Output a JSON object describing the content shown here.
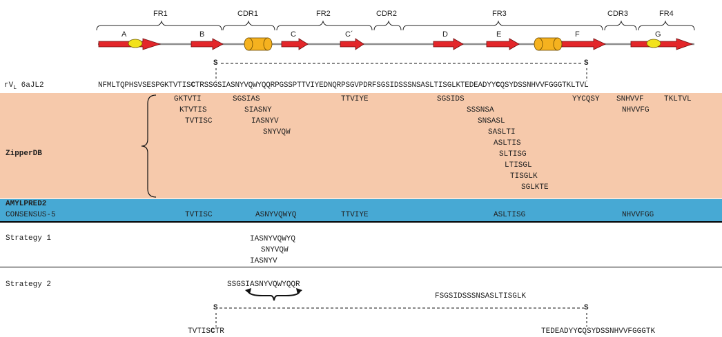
{
  "regions": [
    {
      "label": "FR1"
    },
    {
      "label": "CDR1"
    },
    {
      "label": "FR2"
    },
    {
      "label": "CDR2"
    },
    {
      "label": "FR3"
    },
    {
      "label": "CDR3"
    },
    {
      "label": "FR4"
    }
  ],
  "strands": [
    "A",
    "B",
    "C",
    "C´",
    "D",
    "E",
    "F",
    "G"
  ],
  "disulfide": {
    "left": "S",
    "right": "S"
  },
  "sequence": {
    "label": "rV",
    "label_sub": "L",
    "label_suffix": " 6aJL2",
    "pre": "NFMLTQPHSVSESPGKTVTIS",
    "c1": "C",
    "mid": "TRSSGSIASNYVQWYQQRPGSSPTTVIYEDNQRPSGVPDRFSGSIDSSSNSASLTISGLKTEDEADYY",
    "c2": "C",
    "post": "QSYDSSNHVVFGGGTKLTVL"
  },
  "zipperdb": {
    "title": "ZipperDB",
    "peptides": [
      "GKTVTI",
      "KTVTIS",
      "TVTISC",
      "SGSIAS",
      "SIASNY",
      "IASNYV",
      "SNYVQW",
      "TTVIYE",
      "SGSIDS",
      "SSSNSA",
      "SNSASL",
      "SASLTI",
      "ASLTIS",
      "SLTISG",
      "LTISGL",
      "TISGLK",
      "SGLKTE",
      "YYCQSY",
      "SNHVVF",
      "NHVVFG",
      "TKLTVL"
    ]
  },
  "amylpred": {
    "title": "AMYLPRED2",
    "consensus_label": "CONSENSUS-5",
    "peptides": [
      "TVTISC",
      "ASNYVQWYQ",
      "TTVIYE",
      "ASLTISG",
      "NHVVFGG"
    ]
  },
  "strategy1": {
    "label": "Strategy 1",
    "peptides": [
      "IASNYVQWYQ",
      "SNYVQW",
      "IASNYV"
    ]
  },
  "strategy2": {
    "label": "Strategy 2",
    "peptide_top": "SSGSIASNYVQWYQQR",
    "peptide_mid": "FSGSIDSSSNSASLTISGLK",
    "left_pre": "TVTIS",
    "left_c": "C",
    "left_post": "TR",
    "right_pre": "TEDEADYY",
    "right_c": "C",
    "right_post": "QSYDSSNHVVFGGGTK",
    "s_left": "S",
    "s_right": "S"
  },
  "colors": {
    "zipperdb_band": "#f6c9ab",
    "amylpred_band": "#47a9d4",
    "strand_arrow": "#e3262a",
    "helix": "#f5b21f",
    "bulge": "#f2e21b",
    "backbone": "#8c8c8c"
  }
}
